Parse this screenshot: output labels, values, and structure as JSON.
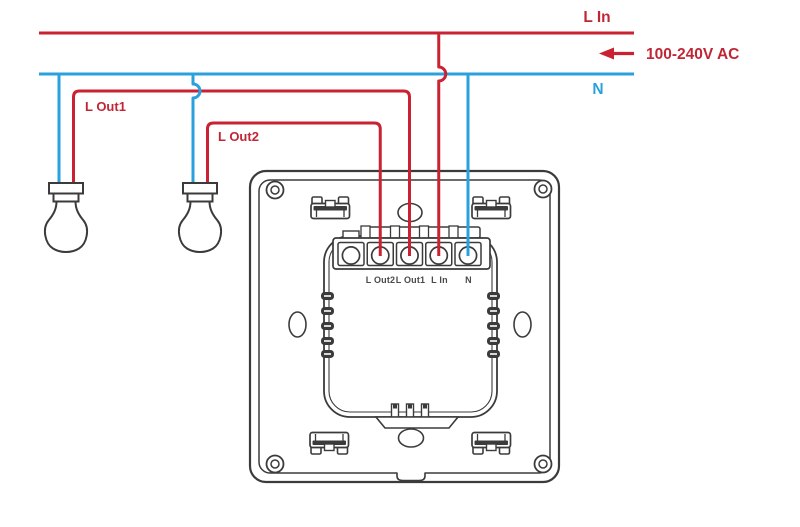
{
  "diagram": {
    "supply": {
      "line_label": "L In",
      "voltage_label": "100-240V AC",
      "neutral_label": "N"
    },
    "branches": {
      "out1_label": "L Out1",
      "out2_label": "L Out2"
    },
    "terminals": [
      "L Out2",
      "L Out1",
      "L In",
      "N"
    ],
    "colors": {
      "live_wire": "#cb2233",
      "neutral_wire": "#2aa1dc",
      "label_red": "#c02736",
      "label_blue": "#2aa1dc",
      "terminal_text": "#4a4a4a",
      "outline": "#3b3b3b"
    },
    "bulb_count": 2
  }
}
